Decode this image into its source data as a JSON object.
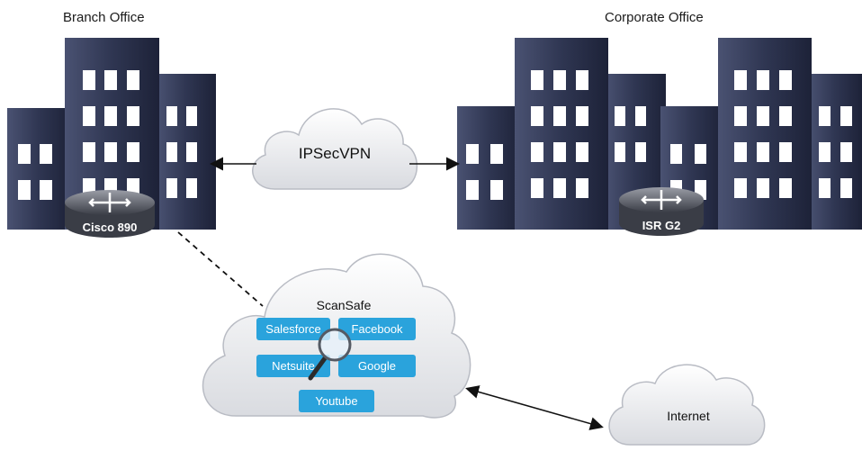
{
  "sites": {
    "branch": {
      "title": "Branch Office",
      "router": "Cisco 890"
    },
    "corporate": {
      "title": "Corporate Office",
      "router": "ISR G2"
    }
  },
  "clouds": {
    "vpn": {
      "label": "IPSecVPN"
    },
    "scansafe": {
      "label": "ScanSafe",
      "apps": [
        "Salesforce",
        "Facebook",
        "Netsuite",
        "Google",
        "Youtube"
      ]
    },
    "internet": {
      "label": "Internet"
    }
  },
  "colors": {
    "building": "#2d3550",
    "building_side": "#1c2238",
    "window": "#ffffff",
    "tag": "#2aa3dc",
    "router": "#3a3d46"
  },
  "icons": [
    "router-icon",
    "magnifier-icon"
  ]
}
